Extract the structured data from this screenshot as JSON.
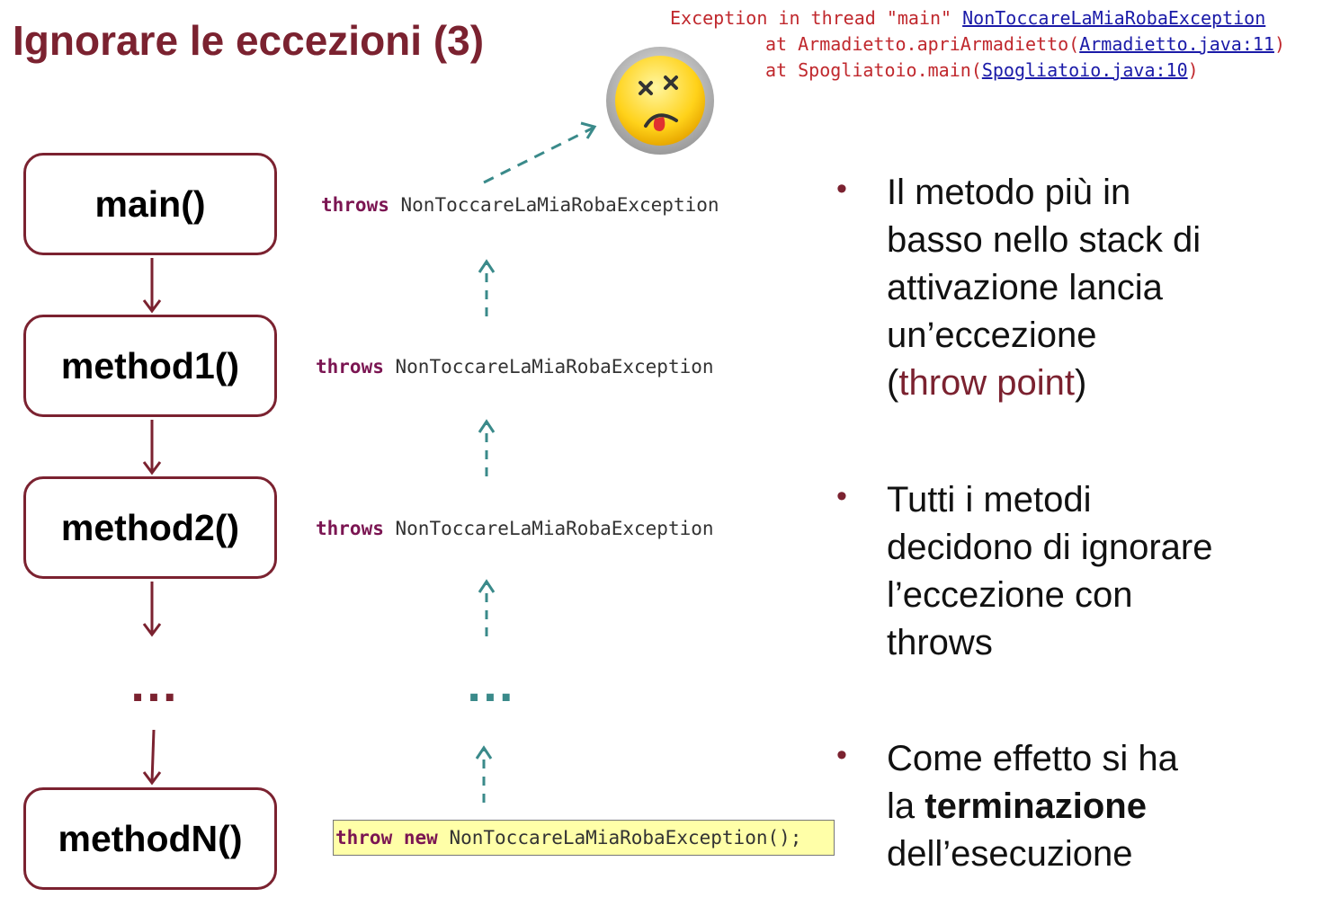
{
  "title": "Ignorare le eccezioni (3)",
  "trace": {
    "line1_text": "Exception in thread \"main\" ",
    "line1_link": "NonToccareLaMiaRobaException",
    "line2_text": "at Armadietto.apriArmadietto(",
    "line2_link": "Armadietto.java:11",
    "line2_end": ")",
    "line3_text": "at Spogliatoio.main(",
    "line3_link": "Spogliatoio.java:10",
    "line3_end": ")"
  },
  "stack": {
    "main": "main()",
    "method1": "method1()",
    "method2": "method2()",
    "ellipsis": "…",
    "methodN": "methodN()"
  },
  "code": {
    "throws_kw": "throws",
    "exception_name": "NonToccareLaMiaRobaException",
    "throw_kw": "throw",
    "new_kw": "new",
    "throw_call": "NonToccareLaMiaRobaException();",
    "ellipsis": "…"
  },
  "bullets": {
    "b1_line1": "Il metodo più in",
    "b1_line2": "basso nello stack di",
    "b1_line3": "attivazione lancia",
    "b1_line4": "un’eccezione",
    "b1_paren_open": "(",
    "b1_highlight": "throw point",
    "b1_paren_close": ")",
    "b2_line1": "Tutti i metodi",
    "b2_line2": "decidono di ignorare",
    "b2_line3": "l’eccezione con",
    "b2_line4": "throws",
    "b3_line1": "Come effetto si ha",
    "b3_line2_prefix": "la ",
    "b3_bold": "terminazione",
    "b3_line3": "dell’esecuzione"
  },
  "icons": {
    "dead_face": "dizzy-face-icon",
    "bullet_dot": "•"
  },
  "colors": {
    "accent": "#7b2230",
    "arrow_teal": "#3a8a8a",
    "trace_red": "#c0282d",
    "keyword": "#7b1552",
    "highlight": "#ffffa8"
  }
}
